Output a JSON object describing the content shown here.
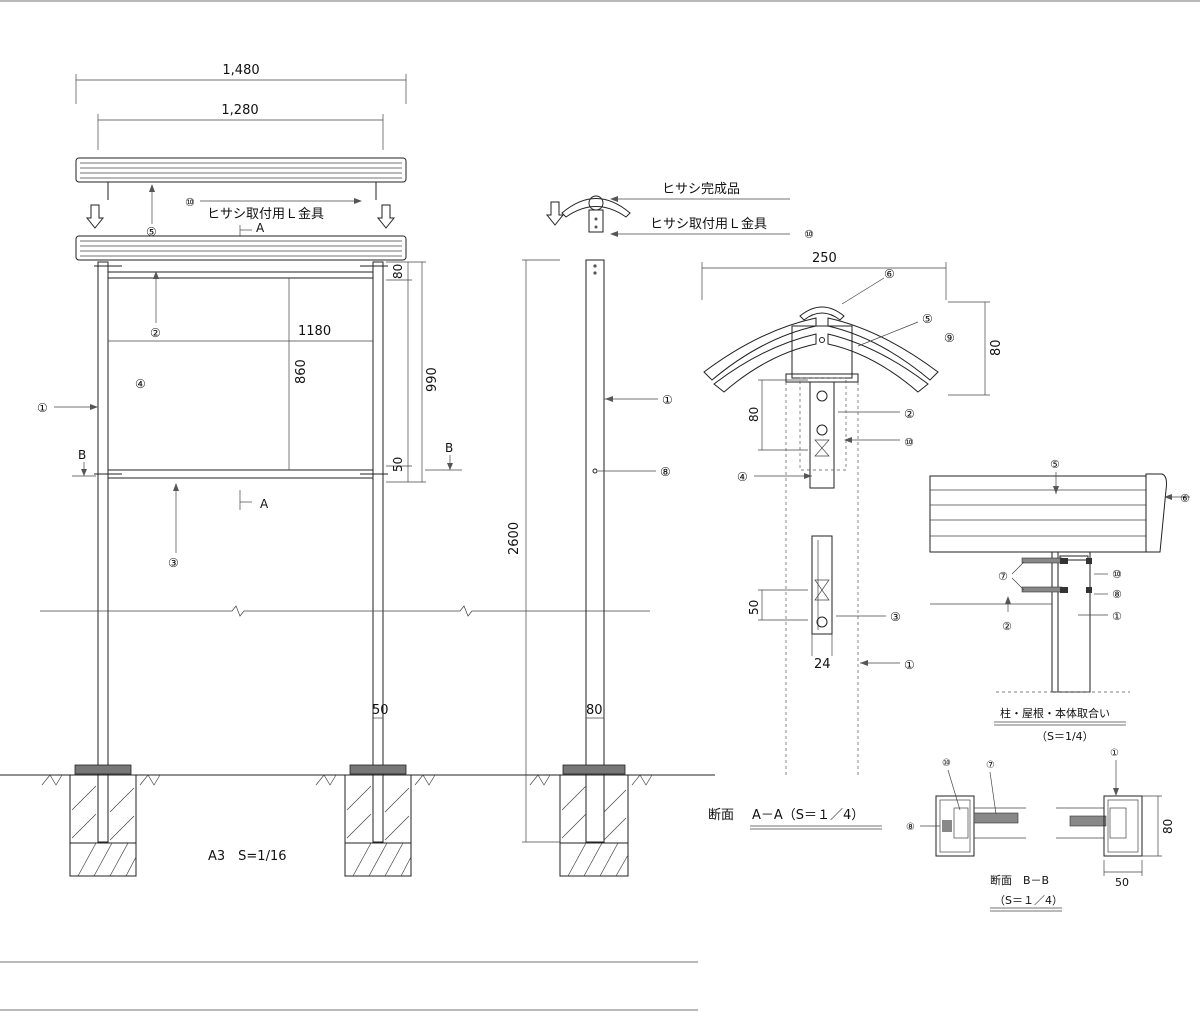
{
  "dimensions": {
    "canopy_outer": "1,480",
    "canopy_inner": "1,280",
    "panel_width": "1180",
    "panel_height": "860",
    "frame_height": "990",
    "top_rail": "80",
    "bottom_rail": "50",
    "post_height": "2600",
    "post_width": "50",
    "post_depth": "80",
    "eave_width": "250",
    "eave_height": "80",
    "section_rail_top": "80",
    "section_rail_bottom": "50",
    "section_depth": "24",
    "bb_height": "80",
    "bb_width": "50"
  },
  "labels": {
    "bracket_front": "ヒサシ取付用Ｌ金具",
    "canopy_complete": "ヒサシ完成品",
    "bracket_side": "ヒサシ取付用Ｌ金具",
    "section_a": "A",
    "section_b": "B",
    "scale_main": "A3　S=1/16",
    "joint_title": "柱・屋根・本体取合い",
    "joint_scale": "（S＝1/4）",
    "section_aa_prefix": "断面",
    "section_aa": "A－A（S＝１／4）",
    "section_bb": "断面　B－B",
    "section_bb_scale": "（S＝１／4）"
  },
  "parts": {
    "p1": "①",
    "p2": "②",
    "p3": "③",
    "p4": "④",
    "p5": "⑤",
    "p6": "⑥",
    "p7": "⑦",
    "p8": "⑧",
    "p9": "⑨",
    "p10": "⑩"
  }
}
